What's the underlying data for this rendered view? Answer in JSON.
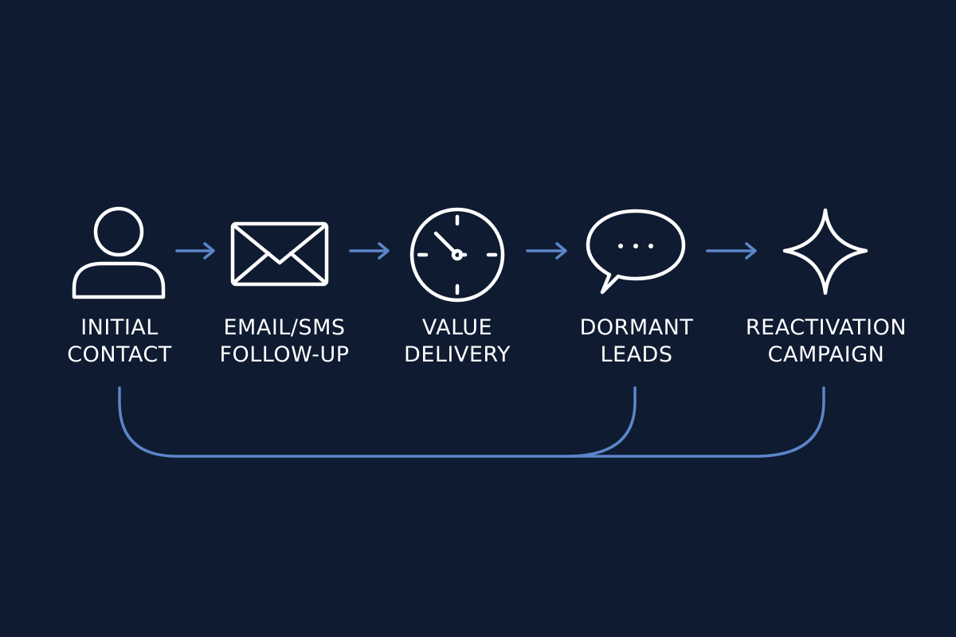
{
  "colors": {
    "background": "#0f1b31",
    "icon_stroke": "#ffffff",
    "arrow": "#5b86c8",
    "loop": "#5b86c8"
  },
  "steps": [
    {
      "icon": "person-icon",
      "label_line1": "INITIAL",
      "label_line2": "CONTACT"
    },
    {
      "icon": "envelope-icon",
      "label_line1": "EMAIL/SMS",
      "label_line2": "FOLLOW-UP"
    },
    {
      "icon": "clock-icon",
      "label_line1": "VALUE",
      "label_line2": "DELIVERY"
    },
    {
      "icon": "chat-bubble-icon",
      "label_line1": "DORMANT",
      "label_line2": "LEADS"
    },
    {
      "icon": "sparkle-icon",
      "label_line1": "REACTIVATION",
      "label_line2": "CAMPAIGN"
    }
  ],
  "connectors": [
    {
      "from": "INITIAL CONTACT",
      "to": "EMAIL/SMS FOLLOW-UP"
    },
    {
      "from": "EMAIL/SMS FOLLOW-UP",
      "to": "VALUE DELIVERY"
    },
    {
      "from": "VALUE DELIVERY",
      "to": "DORMANT LEADS"
    },
    {
      "from": "DORMANT LEADS",
      "to": "REACTIVATION CAMPAIGN"
    }
  ],
  "loops": [
    {
      "from": "DORMANT LEADS",
      "to": "INITIAL CONTACT"
    },
    {
      "from": "REACTIVATION CAMPAIGN",
      "to": "INITIAL CONTACT"
    }
  ]
}
